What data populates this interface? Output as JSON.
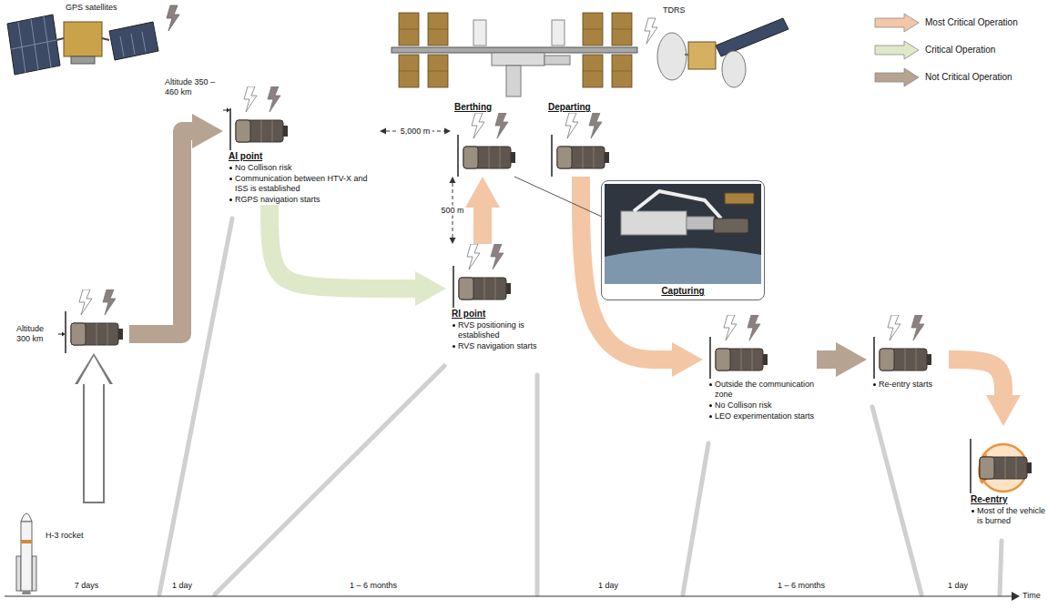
{
  "diagram": {
    "nodes": [
      {
        "text": [
          "H-3 rocket"
        ]
      },
      {
        "text": [
          "Altitude 300 km"
        ]
      },
      {
        "text": [
          "Altitude 350 – 460 km",
          "AI point",
          "No Collison risk",
          "Communication between HTV-X and ISS is established",
          "RGPS navigation starts"
        ]
      },
      {
        "text": [
          "RI point",
          "RVS positioning is established",
          "RVS navigation starts"
        ]
      },
      {
        "text": [
          "Berthing"
        ]
      },
      {
        "text": [
          "Departing"
        ]
      },
      {
        "text": [
          "Capturing"
        ]
      },
      {
        "text": [
          "Outside the communication zone",
          "No Collison risk",
          "LEO experimentation starts"
        ]
      },
      {
        "text": [
          "Re-entry starts"
        ]
      },
      {
        "text": [
          "Re-entry",
          "Most of the vehicle is burned"
        ]
      }
    ],
    "edges": [
      {
        "from": 0,
        "to": 1,
        "arrow": "to"
      },
      {
        "from": 1,
        "to": 2,
        "arrow": "to"
      },
      {
        "from": 2,
        "to": 3,
        "arrow": "to"
      },
      {
        "from": 3,
        "to": 4,
        "arrow": "to"
      },
      {
        "from": 2,
        "to": 4,
        "label": "5,000 m",
        "arrow": "both"
      },
      {
        "from": 3,
        "to": 4,
        "label": "500 m",
        "arrow": "both"
      },
      {
        "from": 5,
        "to": 7,
        "arrow": "to"
      },
      {
        "from": 7,
        "to": 8,
        "arrow": "to"
      },
      {
        "from": 8,
        "to": 9,
        "arrow": "to"
      },
      {
        "from": 4,
        "to": 6,
        "arrow": "none"
      }
    ],
    "labels": [
      "GPS satellites",
      "TDRS",
      "7 days",
      "1 day",
      "1 – 6 months",
      "1 day",
      "1 – 6 months",
      "1 day",
      "Time"
    ],
    "legend": [
      {
        "text": "Most Critical Operation",
        "color": "#f3c6a5"
      },
      {
        "text": "Critical Operation",
        "color": "#dfe8c9"
      },
      {
        "text": "Not Critical Operation",
        "color": "#b7a391"
      }
    ]
  }
}
